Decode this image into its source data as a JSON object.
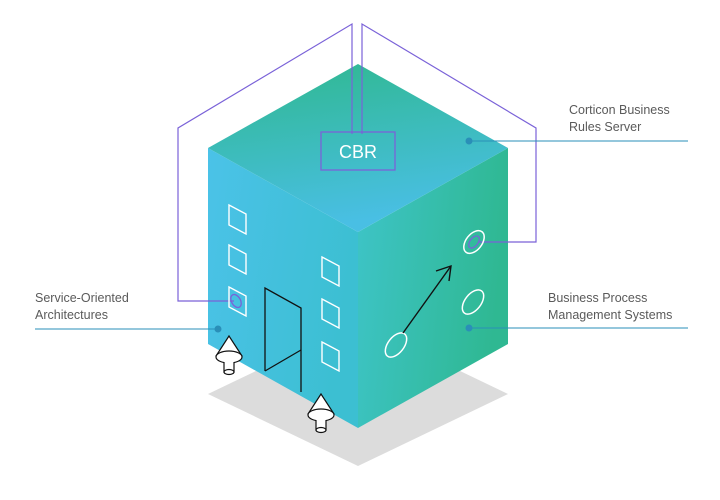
{
  "diagram": {
    "center_label": "CBR",
    "labels": {
      "corticon_line1": "Corticon Business",
      "corticon_line2": "Rules Server",
      "soa_line1": "Service-Oriented",
      "soa_line2": "Architectures",
      "bpm_line1": "Business Process",
      "bpm_line2": "Management Systems"
    },
    "colors": {
      "teal_green": "#2fb88f",
      "cyan_blue": "#48c0e6",
      "connector_purple": "#7a62d8",
      "leader_blue": "#2a8fb8",
      "shadow": "#dcdcdc"
    }
  }
}
